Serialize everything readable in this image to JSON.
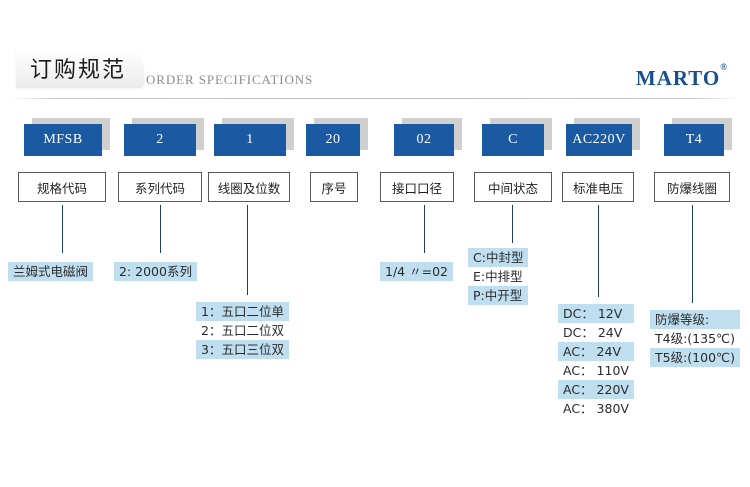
{
  "header": {
    "title_cn": "订购规范",
    "title_en": "ORDER SPECIFICATIONS",
    "brand": "MARTO",
    "brand_mark": "®",
    "accent_color": "#1a5aa3",
    "highlight_color": "#bfdff1"
  },
  "columns": [
    {
      "code": "MFSB",
      "label": "规格代码",
      "options": [
        {
          "text": "兰姆式电磁阀",
          "highlight": true
        }
      ]
    },
    {
      "code": "2",
      "label": "系列代码",
      "options": [
        {
          "text": "2: 2000系列",
          "highlight": true
        }
      ]
    },
    {
      "code": "1",
      "label": "线圈及位数",
      "options": [
        {
          "text": "1：五口二位单",
          "highlight": true
        },
        {
          "text": "2：五口二位双",
          "highlight": false
        },
        {
          "text": "3：五口三位双",
          "highlight": true
        }
      ]
    },
    {
      "code": "20",
      "label": "序号",
      "options": []
    },
    {
      "code": "02",
      "label": "接口口径",
      "options": [
        {
          "text": "1/4 〃=02",
          "highlight": true
        }
      ]
    },
    {
      "code": "C",
      "label": "中间状态",
      "options": [
        {
          "text": "C:中封型",
          "highlight": true
        },
        {
          "text": "E:中排型",
          "highlight": false
        },
        {
          "text": "P:中开型",
          "highlight": true
        }
      ]
    },
    {
      "code": "AC220V",
      "label": "标准电压",
      "options": [
        {
          "text": "DC： 12V",
          "highlight": true
        },
        {
          "text": "DC： 24V",
          "highlight": false
        },
        {
          "text": "AC： 24V",
          "highlight": true
        },
        {
          "text": "AC： 110V",
          "highlight": false
        },
        {
          "text": "AC： 220V",
          "highlight": true
        },
        {
          "text": "AC： 380V",
          "highlight": false
        }
      ]
    },
    {
      "code": "T4",
      "label": "防爆线圈",
      "options": [
        {
          "text": "防爆等级:",
          "highlight": true
        },
        {
          "text": "T4级:(135℃)",
          "highlight": false
        },
        {
          "text": "T5级:(100℃)",
          "highlight": true
        }
      ]
    }
  ]
}
